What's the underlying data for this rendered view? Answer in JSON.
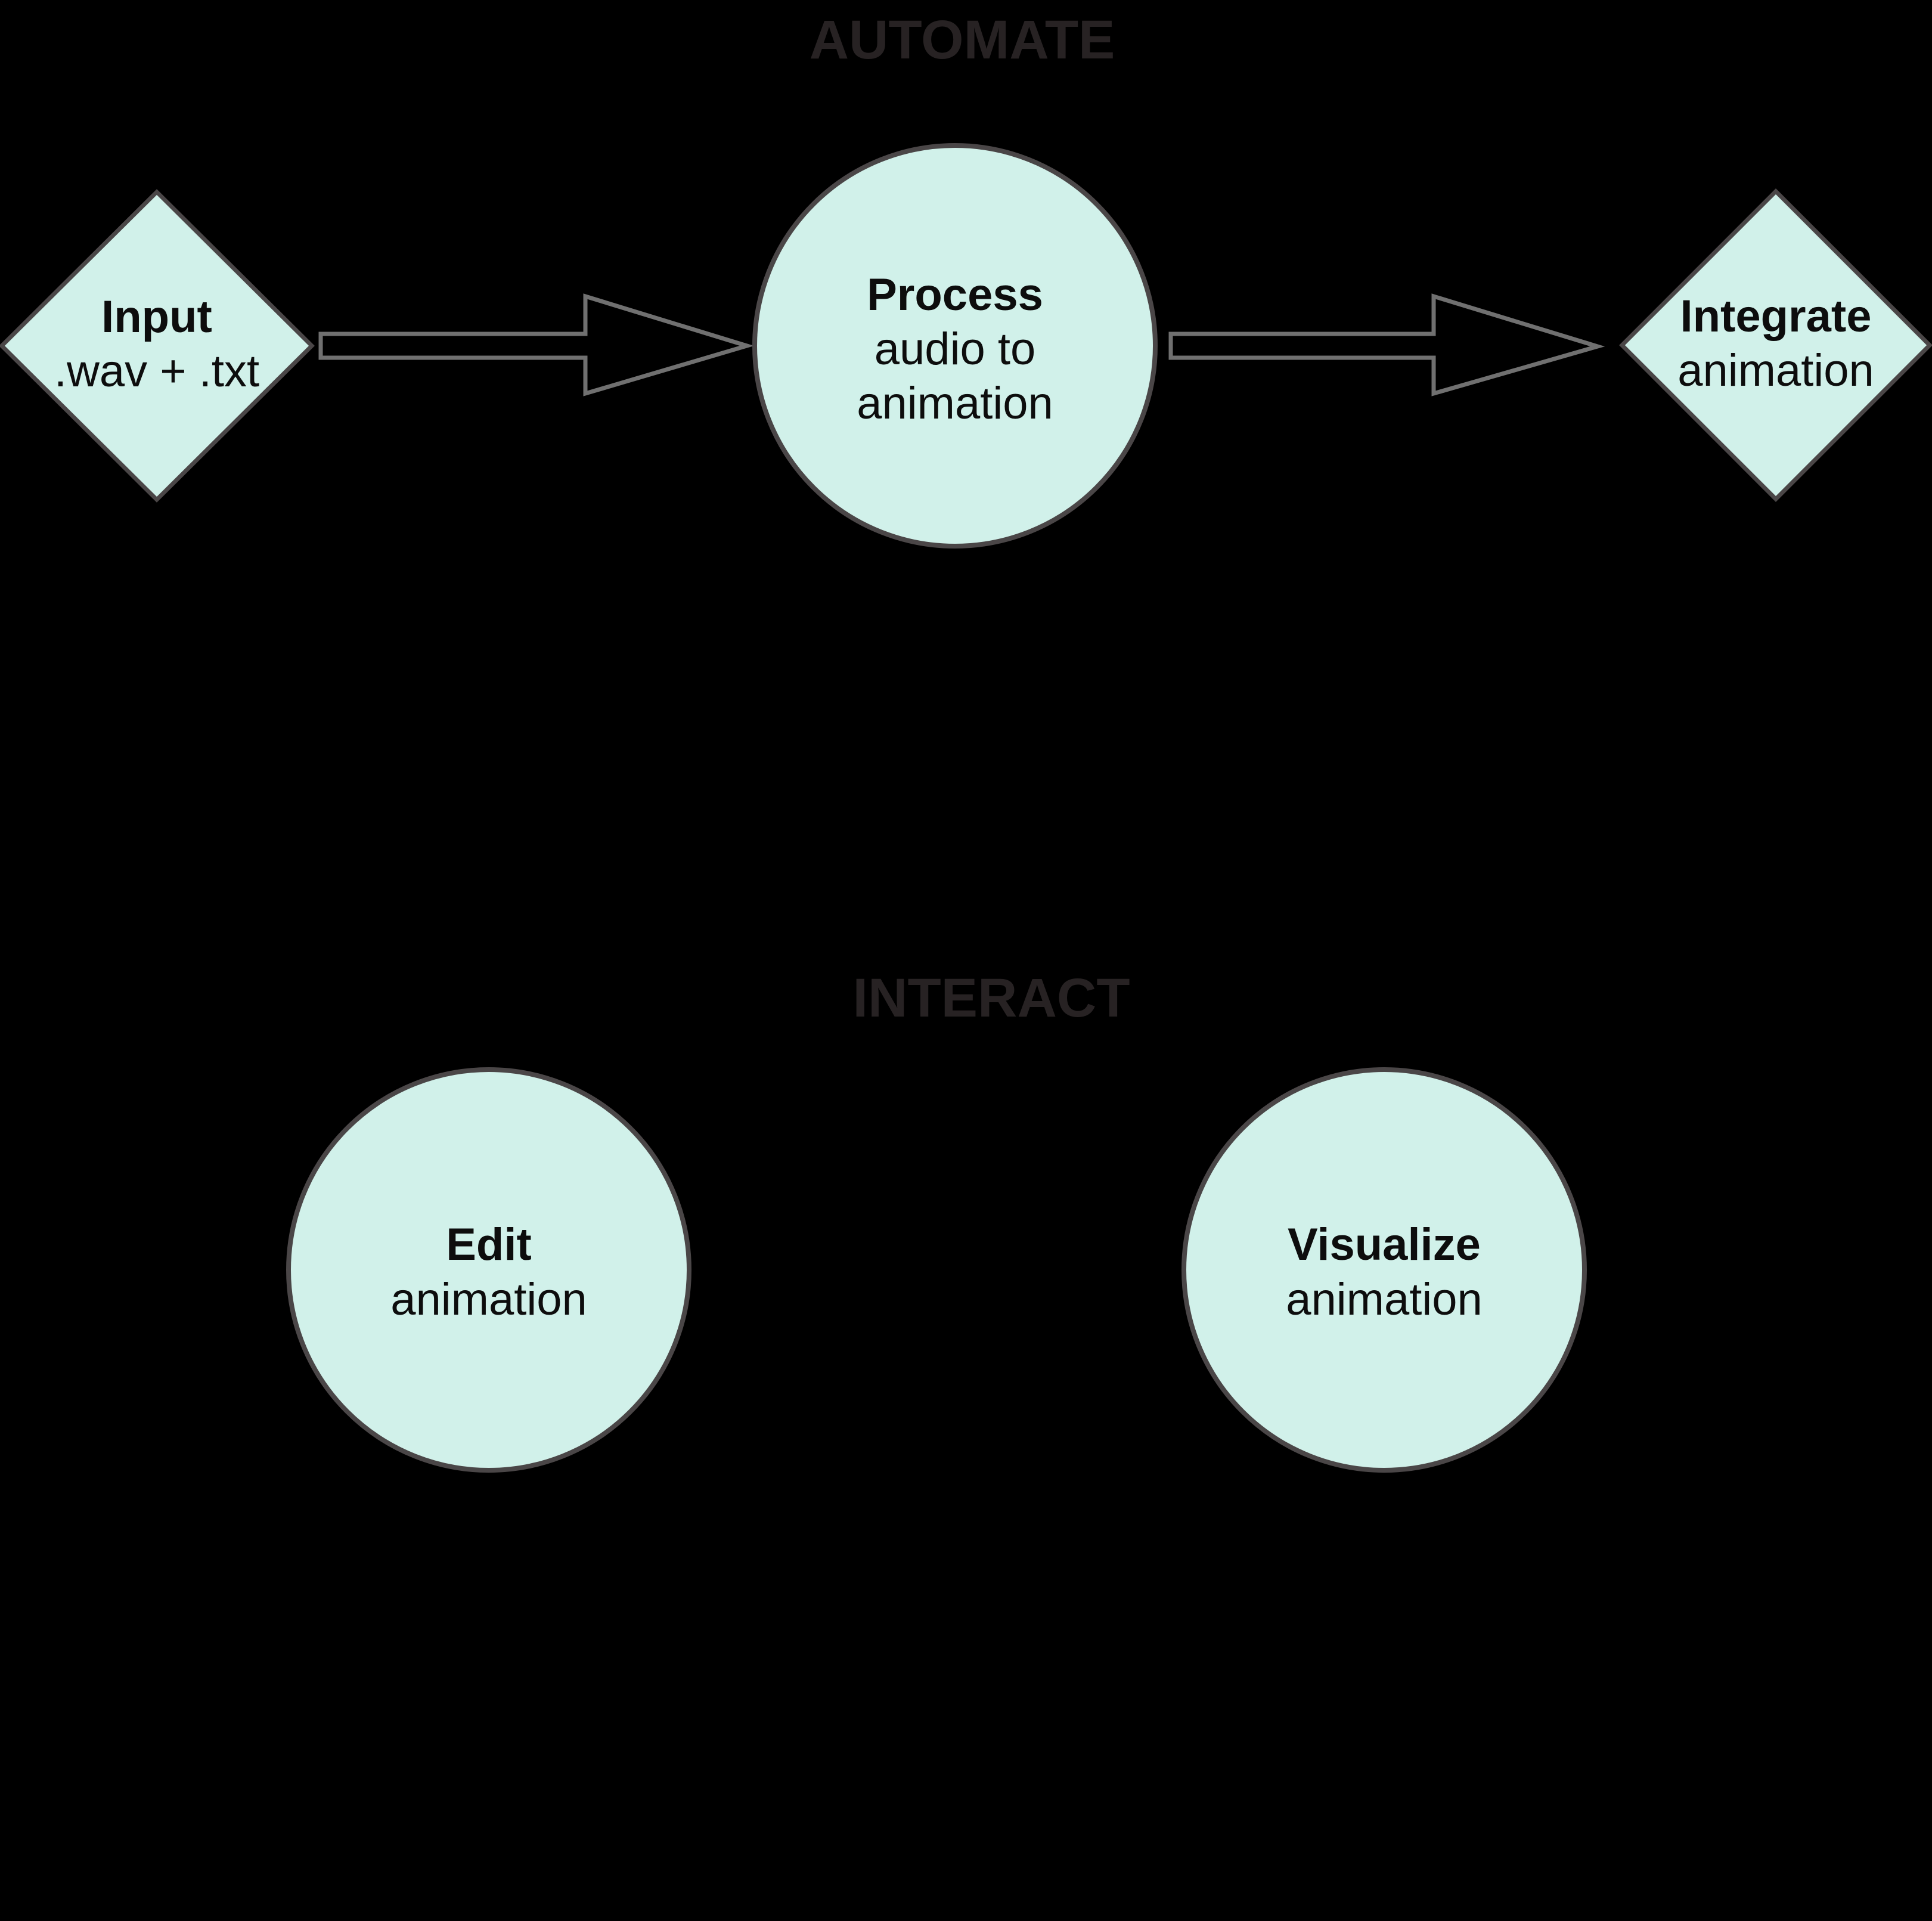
{
  "colors": {
    "background": "#000000",
    "node_fill": "#d1f1ea",
    "node_stroke": "#4a4647",
    "arrow_fill": "#000000",
    "arrow_stroke": "#707070",
    "section_title_color": "#272223",
    "node_text_color": "#0d0d0d"
  },
  "sections": {
    "automate": {
      "title": "AUTOMATE"
    },
    "interact": {
      "title": "INTERACT"
    }
  },
  "nodes": {
    "input": {
      "shape": "diamond",
      "title": "Input",
      "subtitle": ".wav + .txt"
    },
    "process": {
      "shape": "circle",
      "title": "Process",
      "subtitle_lines": [
        "audio to",
        "animation"
      ]
    },
    "integrate": {
      "shape": "diamond",
      "title": "Integrate",
      "subtitle": "animation"
    },
    "edit": {
      "shape": "circle",
      "title": "Edit",
      "subtitle": "animation"
    },
    "visualize": {
      "shape": "circle",
      "title": "Visualize",
      "subtitle": "animation"
    }
  }
}
